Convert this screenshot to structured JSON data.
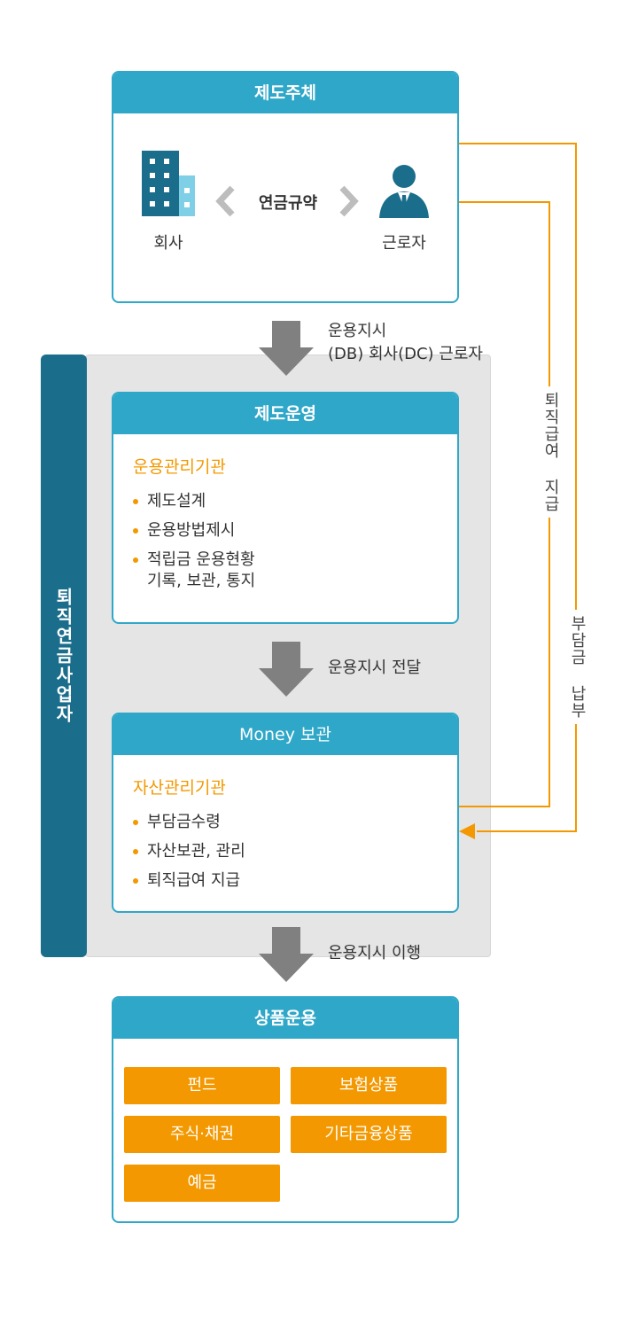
{
  "top_box": {
    "title": "제도주체",
    "company_label": "회사",
    "worker_label": "근로자",
    "contract_label": "연금규약"
  },
  "flow1": {
    "line1": "운용지시",
    "line2": "(DB) 회사(DC) 근로자"
  },
  "side_label": "퇴직연금사업자",
  "operation_box": {
    "title": "제도운영",
    "org": "운용관리기관",
    "items": [
      "제도설계",
      "운용방법제시",
      "적립금 운용현황\n기록, 보관, 통지"
    ]
  },
  "flow2": {
    "label": "운용지시 전달"
  },
  "money_box": {
    "title": "Money 보관",
    "org": "자산관리기관",
    "items": [
      "부담금수령",
      "자산보관, 관리",
      "퇴직급여 지급"
    ]
  },
  "flow3": {
    "label": "운용지시 이행"
  },
  "right_labels": {
    "payout": "퇴직급여 지급",
    "contribution": "부담금 납부"
  },
  "product_box": {
    "title": "상품운용",
    "products": [
      "펀드",
      "보험상품",
      "주식·채권",
      "기타금융상품",
      "예금"
    ]
  },
  "colors": {
    "teal": "#2fa7c8",
    "navy": "#1b6d8c",
    "orange": "#f39800",
    "gray_arrow": "#808080",
    "panel": "#e5e5e5"
  }
}
